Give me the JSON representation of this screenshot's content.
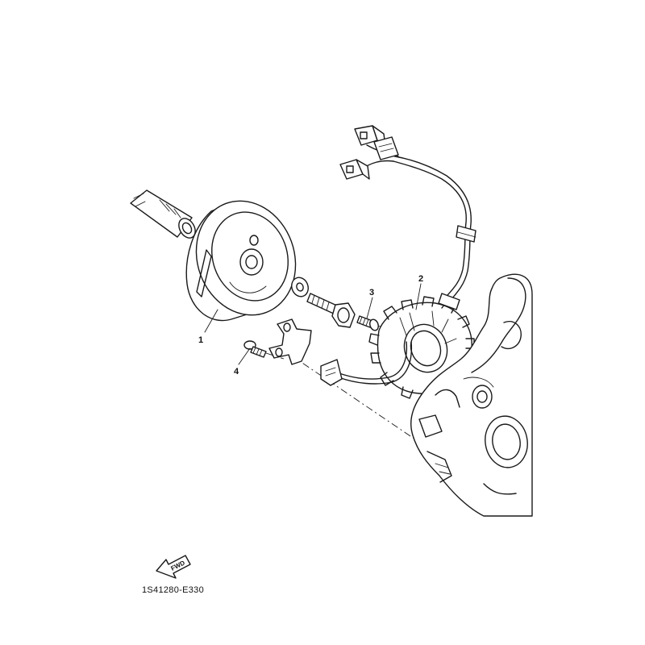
{
  "callouts": [
    {
      "id": "1",
      "label": "1"
    },
    {
      "id": "2",
      "label": "2"
    },
    {
      "id": "3",
      "label": "3"
    },
    {
      "id": "4",
      "label": "4"
    }
  ],
  "fwd_label": "FWD",
  "diagram_code": "1S41280-E330"
}
